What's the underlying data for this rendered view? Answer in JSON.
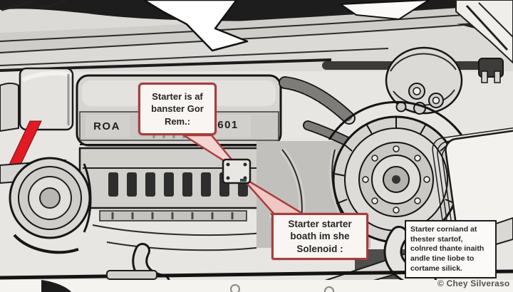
{
  "colors": {
    "callout_border": "#a83d3d",
    "highlight_red": "#e11a24",
    "note_border": "#1c1c1c",
    "line_art": "#1a1a1a"
  },
  "labels": {
    "engine_left": "ROA",
    "engine_right": "601"
  },
  "callouts": {
    "top": "Starter is af\nbanster Gor\nRem.:",
    "bottom": "Starter starter\nboath im she\nSolenoid :"
  },
  "note": {
    "text": "Starter corniand at\nthester startof,\ncolnred thante inaith\nandle tine liobe to\ncortame silick."
  },
  "credit": "© Chey Silveraso"
}
